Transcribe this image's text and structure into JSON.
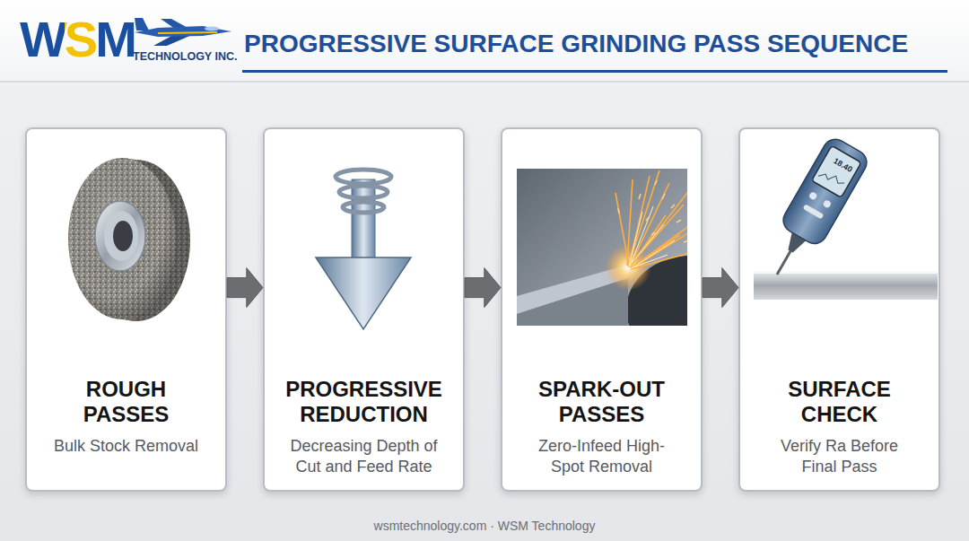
{
  "diagram": {
    "title": "PROGRESSIVE SURFACE GRINDING PASS SEQUENCE",
    "caption": "wsmtechnology.com · WSM Technology",
    "nodes": [
      {
        "text": [
          "ROUGH PASSES",
          "Bulk Stock Removal"
        ]
      },
      {
        "text": [
          "PROGRESSIVE REDUCTION",
          "Decreasing Depth of Cut and Feed Rate"
        ]
      },
      {
        "text": [
          "SPARK-OUT PASSES",
          "Zero-Infeed High-Spot Removal"
        ]
      },
      {
        "text": [
          "SURFACE CHECK",
          "Verify Ra Before Final Pass"
        ]
      }
    ],
    "edges": [
      {
        "from": 0,
        "to": 1,
        "arrow": "to"
      },
      {
        "from": 1,
        "to": 2,
        "arrow": "to"
      },
      {
        "from": 2,
        "to": 3,
        "arrow": "to"
      }
    ],
    "labels": [
      "WSM",
      "TECHNOLOGY INC.",
      "18.40"
    ]
  }
}
